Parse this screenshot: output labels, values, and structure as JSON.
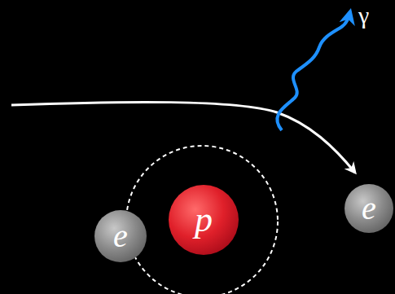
{
  "diagram": {
    "nodes": [
      {
        "text": [
          "e"
        ]
      },
      {
        "text": [
          "p"
        ]
      },
      {
        "text": [
          "e"
        ]
      }
    ],
    "labels": [
      "γ"
    ]
  }
}
